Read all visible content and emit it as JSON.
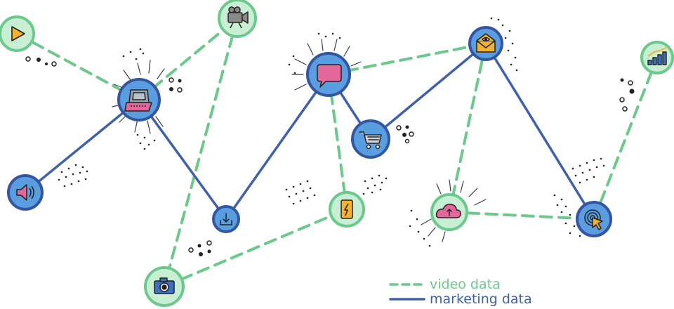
{
  "nodes": [
    {
      "id": "play",
      "icon": "play-icon",
      "series": "video"
    },
    {
      "id": "video-camera",
      "icon": "video-camera-icon",
      "series": "video"
    },
    {
      "id": "laptop",
      "icon": "laptop-icon",
      "series": "marketing"
    },
    {
      "id": "speaker",
      "icon": "speaker-icon",
      "series": "marketing"
    },
    {
      "id": "download",
      "icon": "download-icon",
      "series": "marketing"
    },
    {
      "id": "chat",
      "icon": "chat-bubble-icon",
      "series": "marketing"
    },
    {
      "id": "cart",
      "icon": "shopping-cart-icon",
      "series": "marketing"
    },
    {
      "id": "mail",
      "icon": "envelope-icon",
      "series": "marketing"
    },
    {
      "id": "phone",
      "icon": "smartphone-icon",
      "series": "video"
    },
    {
      "id": "camera",
      "icon": "camera-icon",
      "series": "video"
    },
    {
      "id": "cloud",
      "icon": "cloud-upload-icon",
      "series": "video"
    },
    {
      "id": "cursor",
      "icon": "click-cursor-icon",
      "series": "marketing"
    },
    {
      "id": "stats",
      "icon": "bar-chart-icon",
      "series": "video"
    }
  ],
  "links": {
    "marketing": [
      "speaker-laptop",
      "laptop-download",
      "download-chat",
      "chat-cart",
      "cart-mail",
      "mail-cursor"
    ],
    "video": [
      "play-laptop",
      "laptop-videocam",
      "videocam-camera",
      "camera-phone",
      "chat-phone",
      "chat-mail",
      "mail-cloud",
      "cloud-cursor",
      "cursor-stats"
    ]
  },
  "legend": {
    "video_label": "video data",
    "marketing_label": "marketing data"
  },
  "colors": {
    "video_line": "#6cc98c",
    "marketing_line": "#3f60ac",
    "video_node_fill": "#c8eed3",
    "video_node_ring": "#6cc98c",
    "marketing_node_fill": "#5b9ee0",
    "marketing_node_ring": "#3456a0",
    "legend_video_text": "#6cc98c",
    "legend_marketing_text": "#3f60ac"
  }
}
